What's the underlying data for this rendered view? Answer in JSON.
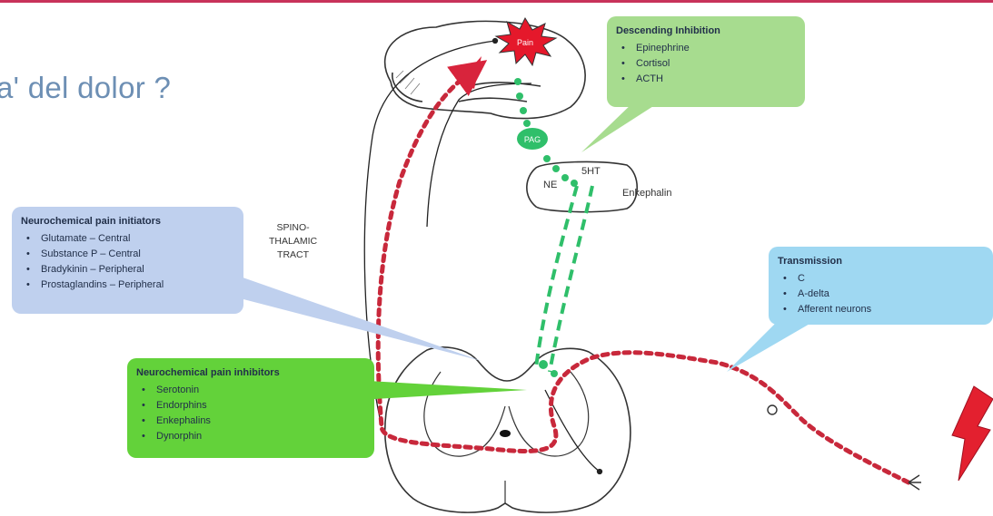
{
  "slide": {
    "title": "a' del dolor ?"
  },
  "brain": {
    "pain_marker": "Pain",
    "pag_marker": "PAG"
  },
  "descending_inhibition": {
    "title": "Descending Inhibition",
    "items": [
      "Epinephrine",
      "Cortisol",
      "ACTH"
    ]
  },
  "neurochemical_initiators": {
    "title": "Neurochemical pain initiators",
    "items": [
      "Glutamate – Central",
      "Substance P – Central",
      "Bradykinin – Peripheral",
      "Prostaglandins – Peripheral"
    ]
  },
  "neurochemical_inhibitors": {
    "title": "Neurochemical pain inhibitors",
    "items": [
      "Serotonin",
      "Endorphins",
      "Enkephalins",
      "Dynorphin"
    ]
  },
  "transmission": {
    "title": "Transmission",
    "items": [
      "C",
      "A-delta",
      "Afferent neurons"
    ]
  },
  "tract_label": [
    "SPINO-",
    "THALAMIC",
    "TRACT"
  ],
  "brainstem": {
    "ne": "NE",
    "sht": "5HT",
    "enkephalin": "Enkephalin"
  },
  "colors": {
    "pain_pathway": "#d8243c",
    "descending_pathway": "#2fbf6a",
    "pain_star": "#e5182b",
    "lightning": "#e3202f",
    "title": "#6d8fb4",
    "accent_rule": "#c8325a"
  }
}
